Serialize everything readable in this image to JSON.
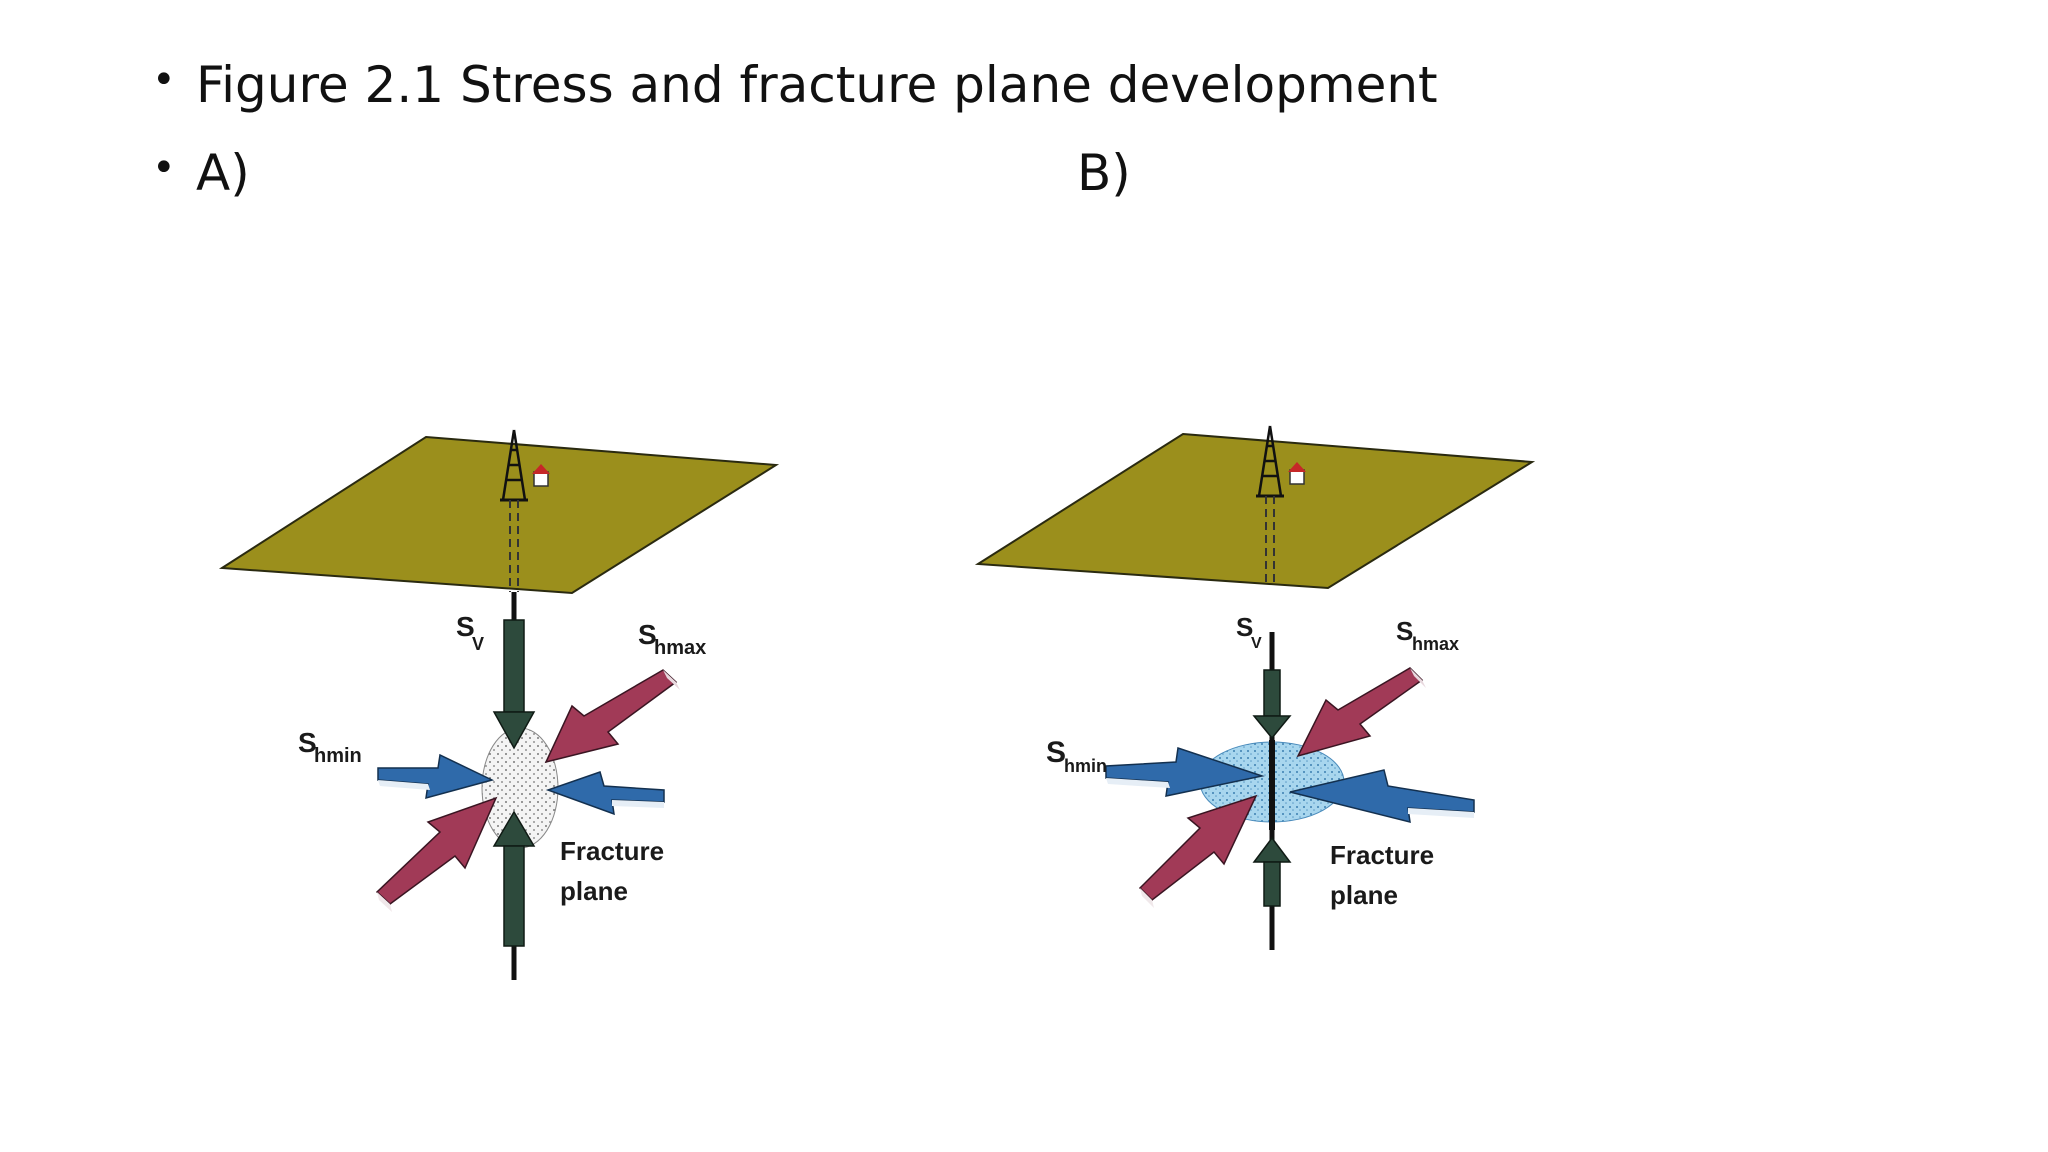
{
  "slide": {
    "title": "Figure 2.1 Stress and fracture plane development",
    "label_a": "A)",
    "label_b": "B)"
  },
  "panel_a": {
    "sv": "S",
    "sv_sub": "V",
    "shmax": "S",
    "shmax_sub": "hmax",
    "shmin": "S",
    "shmin_sub": "hmin",
    "fracture_1": "Fracture",
    "fracture_2": "plane"
  },
  "panel_b": {
    "sv": "S",
    "sv_sub": "V",
    "shmax": "S",
    "shmax_sub": "hmax",
    "shmin": "S",
    "shmin_sub": "hmin",
    "fracture_1": "Fracture",
    "fracture_2": "plane"
  },
  "colors": {
    "surface": "#9b8f1c",
    "vertical_arrow": "#2d4a3c",
    "shmax_arrow": "#a13a57",
    "shmin_arrow": "#2f6aaa",
    "fracture_fill_b": "#9fd0ea"
  }
}
